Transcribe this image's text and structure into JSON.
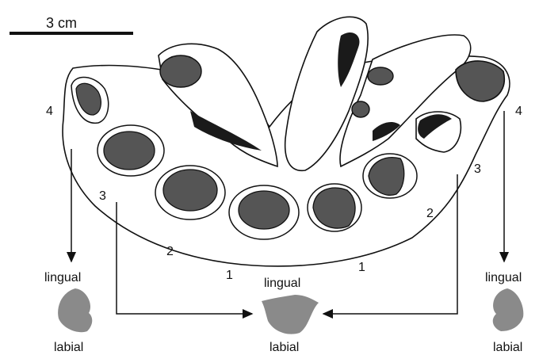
{
  "scale_bar": {
    "label": "3 cm"
  },
  "numbers": {
    "left_4": "4",
    "left_3": "3",
    "left_2": "2",
    "bottom_1_left": "1",
    "bottom_1_right": "1",
    "right_2": "2",
    "right_3": "3",
    "right_4": "4"
  },
  "labels": {
    "left_lingual": "lingual",
    "left_labial": "labial",
    "center_lingual": "lingual",
    "center_labial": "labial",
    "right_lingual": "lingual",
    "right_labial": "labial"
  },
  "colors": {
    "outline": "#111111",
    "root_fill": "#555555",
    "shape_fill": "#8a8a8a"
  }
}
